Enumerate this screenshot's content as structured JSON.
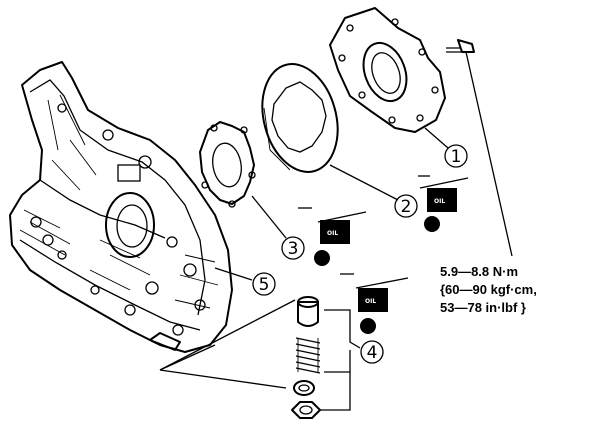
{
  "callouts": [
    {
      "id": "1",
      "label": "1"
    },
    {
      "id": "2",
      "label": "2"
    },
    {
      "id": "3",
      "label": "3"
    },
    {
      "id": "4",
      "label": "4"
    },
    {
      "id": "5",
      "label": "5"
    }
  ],
  "torque_spec": {
    "line1": "5.9—8.8 N·m",
    "line2": "{60—90 kgf·cm,",
    "line3": "53—78 in·lbf }"
  },
  "oil_symbol_label": "OIL"
}
